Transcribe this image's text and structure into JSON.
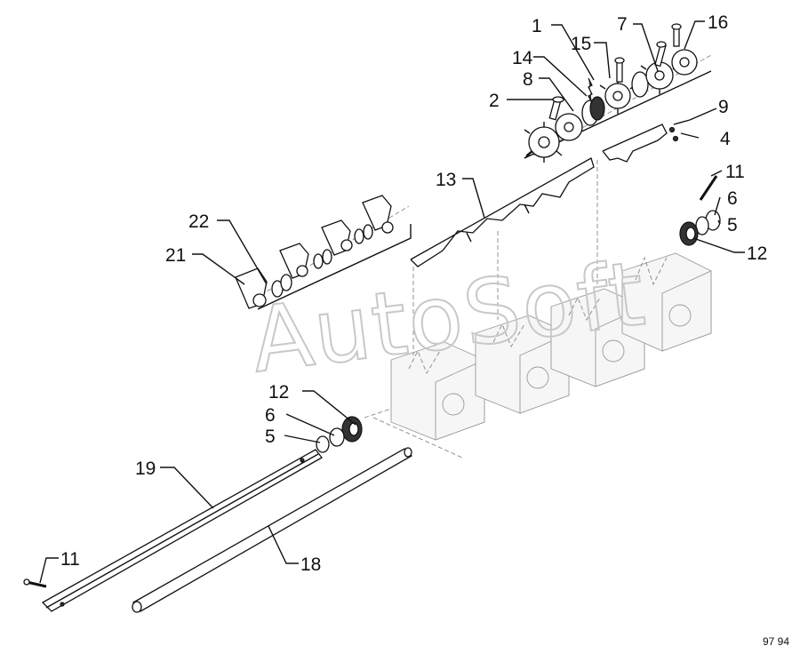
{
  "diagram": {
    "watermark": "AutoSoft",
    "page_number": "97 94",
    "callouts": [
      "1",
      "2",
      "4",
      "5",
      "5",
      "6",
      "6",
      "7",
      "8",
      "9",
      "11",
      "11",
      "12",
      "12",
      "13",
      "14",
      "15",
      "16",
      "18",
      "19",
      "21",
      "22"
    ]
  }
}
